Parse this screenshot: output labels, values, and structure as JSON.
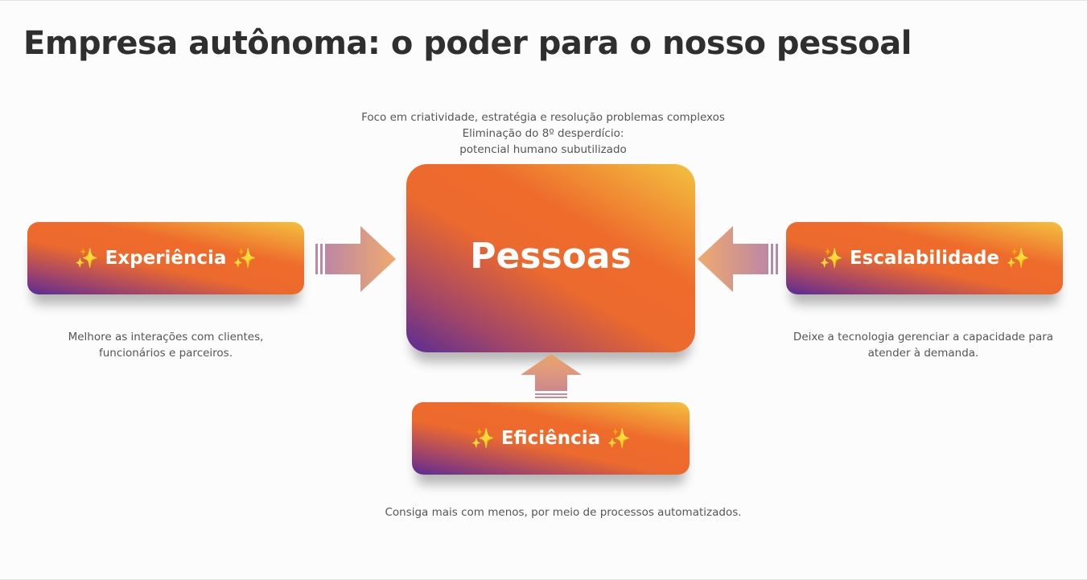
{
  "title": "Empresa autônoma: o poder para o nosso pessoal",
  "center": {
    "label": "Pessoas",
    "caption_lines": [
      "Foco em criatividade, estratégia e resolução problemas complexos",
      "Eliminação do 8º desperdício:",
      "potencial humano subutilizado"
    ]
  },
  "left": {
    "label": "Experiência",
    "caption_lines": [
      "Melhore as interações com clientes,",
      "funcionários e parceiros."
    ]
  },
  "right": {
    "label": "Escalabilidade",
    "caption_lines": [
      "Deixe a tecnologia gerenciar a capacidade para",
      "atender à demanda."
    ]
  },
  "bottom": {
    "label": "Eficiência",
    "caption_lines": [
      "Consiga mais com menos, por meio de processos automatizados."
    ]
  },
  "sparkle_glyph": "✨",
  "colors": {
    "purple": "#5a2c93",
    "orange": "#ee6b2c",
    "yellow": "#f3c23f",
    "title": "#2f2f2f"
  }
}
